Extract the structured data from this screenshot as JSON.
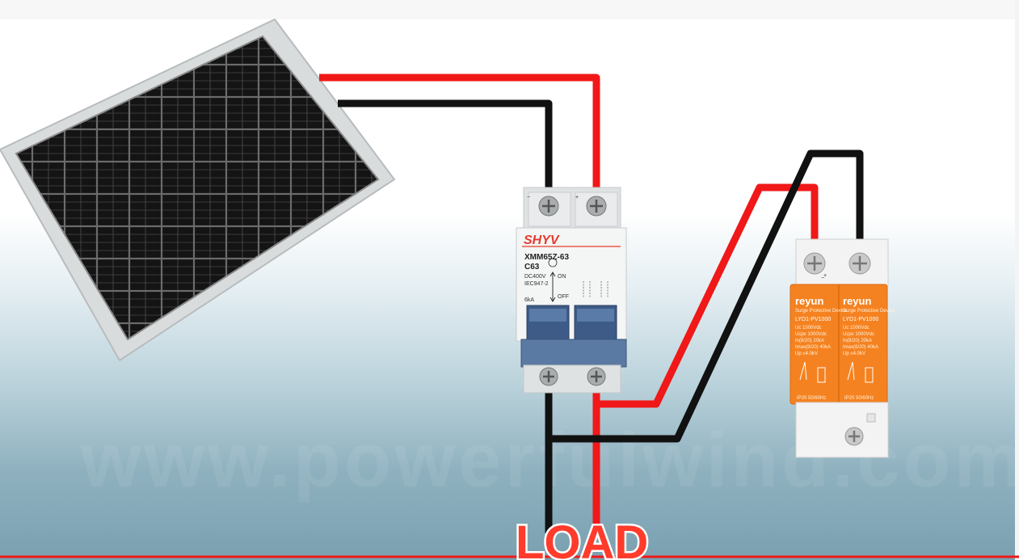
{
  "labels": {
    "load": "LOAD",
    "watermark": "www.powerfulwind.com"
  },
  "breaker": {
    "brand": "SHYV",
    "model": "XMM65Z-63",
    "rating": "C63",
    "voltage": "DC400V",
    "standard": "IEC947-2",
    "capacity": "6kA",
    "on": "ON",
    "off": "OFF",
    "terminal_neg": "−",
    "terminal_pos": "+"
  },
  "spd": {
    "brand": "reyun",
    "subtitle": "Surge Protective Device",
    "model": "LYD1-PV1000",
    "spec_lines": [
      "Uc  1000Vdc",
      "Ucpv 1000Vdc",
      "In(8/20)  20kA",
      "Imax(8/20) 40kA",
      "Up  ≤4.0kV"
    ],
    "footer": "IP20  50/60Hz",
    "terminal_neg": "−",
    "terminal_pos": "+"
  },
  "colors": {
    "positive_wire": "#f01818",
    "negative_wire": "#111111",
    "spd_orange": "#f58220",
    "breaker_handle": "#3d5b86"
  }
}
